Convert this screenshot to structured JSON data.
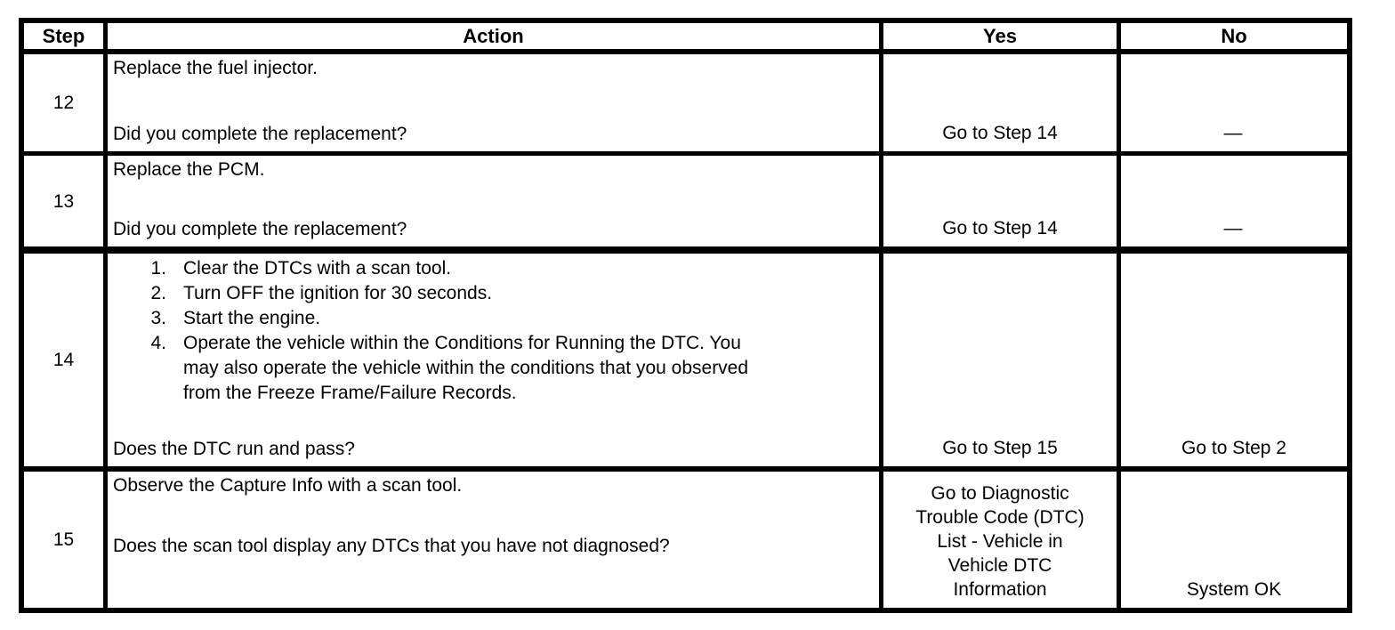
{
  "colors": {
    "background": "#ffffff",
    "border": "#000000",
    "text": "#000000"
  },
  "table": {
    "header": {
      "step": "Step",
      "action": "Action",
      "yes": "Yes",
      "no": "No"
    },
    "rows": [
      {
        "step": "12",
        "statement": "Replace the fuel injector.",
        "question": "Did you complete the replacement?",
        "yes": "Go to Step 14",
        "no": "—"
      },
      {
        "step": "13",
        "statement": "Replace the PCM.",
        "question": "Did you complete the replacement?",
        "yes": "Go to Step 14",
        "no": "—"
      },
      {
        "step": "14",
        "list": [
          {
            "num": "1.",
            "lines": [
              "Clear the DTCs with a scan tool."
            ]
          },
          {
            "num": "2.",
            "lines": [
              "Turn OFF the ignition for 30 seconds."
            ]
          },
          {
            "num": "3.",
            "lines": [
              "Start the engine."
            ]
          },
          {
            "num": "4.",
            "lines": [
              "Operate the vehicle within the Conditions for Running the DTC. You",
              "may also operate the vehicle within the conditions that you observed",
              "from the Freeze Frame/Failure Records."
            ]
          }
        ],
        "question": "Does the DTC run and pass?",
        "yes": "Go to Step 15",
        "no": "Go to Step 2"
      },
      {
        "step": "15",
        "statement": "Observe the Capture Info with a scan tool.",
        "question": "Does the scan tool display any DTCs that you have not diagnosed?",
        "yes_lines": [
          "Go to Diagnostic",
          "Trouble Code (DTC)",
          "List - Vehicle in",
          "Vehicle DTC",
          "Information"
        ],
        "no": "System OK"
      }
    ]
  }
}
